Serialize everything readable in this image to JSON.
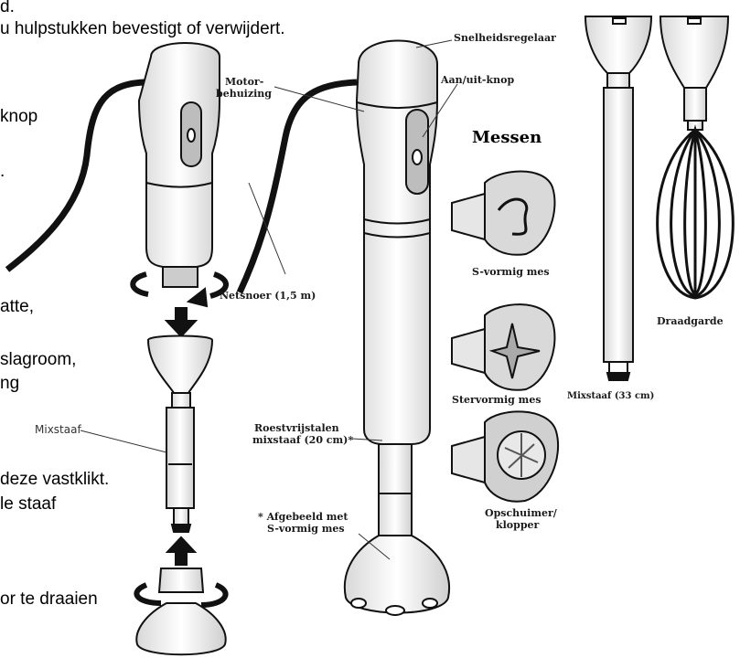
{
  "instructions": {
    "line1": "d.",
    "line2": "u hulpstukken bevestigt of verwijdert.",
    "line3": "knop",
    "line4": ".",
    "line5": "atte,",
    "line6": "slagroom,",
    "line7": "ng",
    "line8": "deze vastklikt.",
    "line9": "le staaf",
    "line10": "or te draaien"
  },
  "left_label": "Mixstaaf",
  "labels": {
    "snelheid": "Snelheidsregelaar",
    "motor_1": "Motor-",
    "motor_2": "behuizing",
    "aanuit": "Aan/uit-knop",
    "netsnoer": "Netsnoer (1,5 m)",
    "rvs_1": "Roestvrijstalen",
    "rvs_2": "mixstaaf (20 cm)*",
    "afgebeeld_1": "* Afgebeeld met",
    "afgebeeld_2": "S-vormig mes",
    "messen": "Messen",
    "s_mes": "S-vormig mes",
    "ster_mes": "Stervormig mes",
    "opschuimer_1": "Opschuimer/",
    "opschuimer_2": "klopper",
    "mixstaaf33": "Mixstaaf (33 cm)",
    "draadgarde": "Draadgarde"
  }
}
